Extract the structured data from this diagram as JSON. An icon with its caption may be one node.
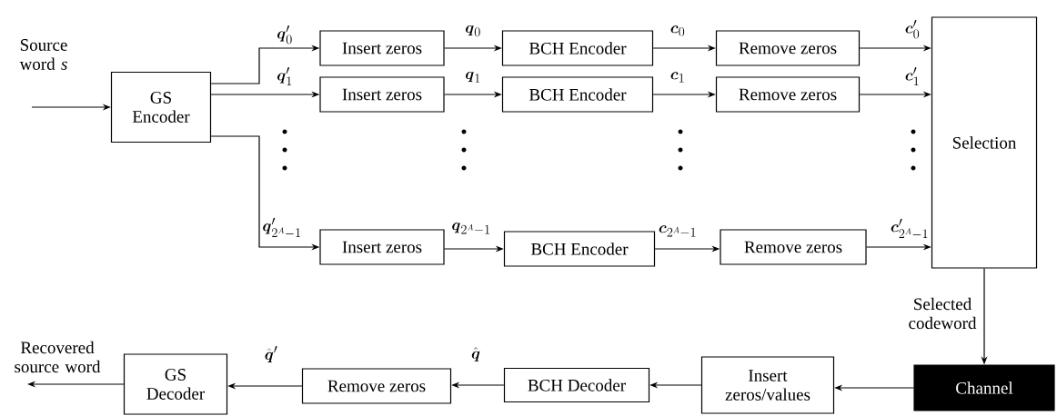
{
  "diagram": {
    "nodes": [
      {
        "text": [
          "GS Encoder"
        ]
      },
      {
        "text": [
          "Insert zeros"
        ]
      },
      {
        "text": [
          "Insert zeros"
        ]
      },
      {
        "text": [
          "Insert zeros"
        ]
      },
      {
        "text": [
          "BCH Encoder"
        ]
      },
      {
        "text": [
          "BCH Encoder"
        ]
      },
      {
        "text": [
          "BCH Encoder"
        ]
      },
      {
        "text": [
          "Remove zeros"
        ]
      },
      {
        "text": [
          "Remove zeros"
        ]
      },
      {
        "text": [
          "Remove zeros"
        ]
      },
      {
        "text": [
          "Selection"
        ]
      },
      {
        "text": [
          "Channel"
        ]
      },
      {
        "text": [
          "Insert zeros/values"
        ]
      },
      {
        "text": [
          "BCH Decoder"
        ]
      },
      {
        "text": [
          "Remove zeros"
        ]
      },
      {
        "text": [
          "GS Decoder"
        ]
      }
    ],
    "edges": [
      {
        "from": null,
        "to": 0,
        "arrow": "to",
        "label": "Source word *s*"
      },
      {
        "from": 0,
        "to": 1,
        "arrow": "to",
        "label": "\\boldsymbol{q}'_{0}"
      },
      {
        "from": 0,
        "to": 2,
        "arrow": "to",
        "label": "\\boldsymbol{q}'_{1}"
      },
      {
        "from": 0,
        "to": 3,
        "arrow": "to",
        "label": "\\boldsymbol{q}'_{2^{A}-1}"
      },
      {
        "from": 1,
        "to": 4,
        "arrow": "to",
        "label": "\\boldsymbol{q}_{0}"
      },
      {
        "from": 2,
        "to": 5,
        "arrow": "to",
        "label": "\\boldsymbol{q}_{1}"
      },
      {
        "from": 3,
        "to": 6,
        "arrow": "to",
        "label": "\\boldsymbol{q}_{2^{A}-1}"
      },
      {
        "from": 4,
        "to": 7,
        "arrow": "to",
        "label": "\\boldsymbol{c}_{0}"
      },
      {
        "from": 5,
        "to": 8,
        "arrow": "to",
        "label": "\\boldsymbol{c}_{1}"
      },
      {
        "from": 6,
        "to": 9,
        "arrow": "to",
        "label": "\\boldsymbol{c}_{2^{A}-1}"
      },
      {
        "from": 7,
        "to": 10,
        "arrow": "to",
        "label": "\\boldsymbol{c}'_{0}"
      },
      {
        "from": 8,
        "to": 10,
        "arrow": "to",
        "label": "\\boldsymbol{c}'_{1}"
      },
      {
        "from": 9,
        "to": 10,
        "arrow": "to",
        "label": "\\boldsymbol{c}'_{2^{A}-1}"
      },
      {
        "from": 10,
        "to": 11,
        "arrow": "to",
        "label": "Selected codeword"
      },
      {
        "from": 11,
        "to": 12,
        "arrow": "to"
      },
      {
        "from": 12,
        "to": 13,
        "arrow": "to"
      },
      {
        "from": 13,
        "to": 14,
        "arrow": "to",
        "label": "\\hat{\\boldsymbol{q}}"
      },
      {
        "from": 14,
        "to": 15,
        "arrow": "to",
        "label": "\\hat{\\boldsymbol{q}}'"
      },
      {
        "from": 15,
        "to": null,
        "arrow": "to",
        "label": "Recovered source word"
      }
    ]
  }
}
